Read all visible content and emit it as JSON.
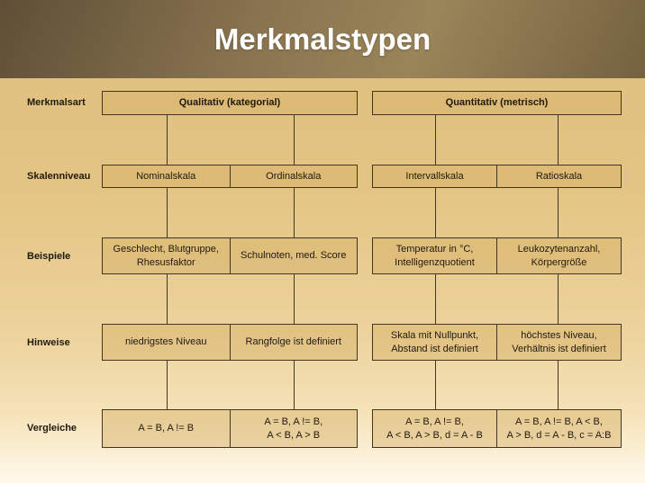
{
  "title": "Merkmalstypen",
  "diagram": {
    "row_labels": [
      "Merkmalsart",
      "Skalenniveau",
      "Beispiele",
      "Hinweise",
      "Vergleiche"
    ],
    "trees": [
      {
        "label": "Qualitativ (kategorial)"
      },
      {
        "label": "Quantitativ (metrisch)"
      }
    ],
    "columns": [
      {
        "skala": "Nominalskala",
        "beispiel": "Geschlecht, Blutgruppe,\nRhesusfaktor",
        "hinweis": "niedrigstes Niveau",
        "vergleich": "A = B, A != B"
      },
      {
        "skala": "Ordinalskala",
        "beispiel": "Schulnoten, med. Score",
        "hinweis": "Rangfolge ist definiert",
        "vergleich": "A = B, A != B,\nA < B, A > B"
      },
      {
        "skala": "Intervallskala",
        "beispiel": "Temperatur in °C,\nIntelligenzquotient",
        "hinweis": "Skala mit Nullpunkt,\nAbstand ist definiert",
        "vergleich": "A = B, A != B,\nA < B, A > B, d = A - B"
      },
      {
        "skala": "Ratioskala",
        "beispiel": "Leukozytenanzahl,\nKörpergröße",
        "hinweis": "höchstes Niveau,\nVerhältnis ist definiert",
        "vergleich": "A = B, A != B,  A < B,\nA > B, d = A - B, c = A:B"
      }
    ]
  },
  "colors": {
    "title_bar_brown": "#7d6945",
    "background_gold": "#e0bf7e",
    "background_fade": "#fff8ea",
    "box_border": "#453621",
    "text": "#201a10",
    "title_text": "#ffffff"
  }
}
